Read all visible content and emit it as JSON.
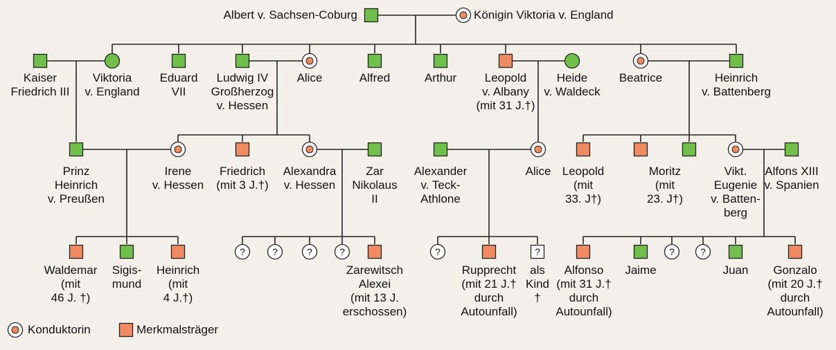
{
  "colors": {
    "healthy": "#6fbf4a",
    "affected": "#ef8a62",
    "stroke": "#222222",
    "carrier_inner": "#ef8a62"
  },
  "people": {
    "albert": "Albert v. Sachsen-Coburg",
    "viktoria_queen": "Königin Viktoria v. England",
    "friedrich3": "Kaiser\nFriedrich III",
    "viktoria_daughter": "Viktoria\nv. England",
    "eduard": "Eduard\nVII",
    "ludwig": "Ludwig IV\nGroßherzog\nv. Hessen",
    "alice1": "Alice",
    "alfred": "Alfred",
    "arthur": "Arthur",
    "leopold_albany": "Leopold\nv. Albany\n(mit 31 J.†)",
    "heide": "Heide\nv. Waldeck",
    "beatrice": "Beatrice",
    "heinrich_battenberg": "Heinrich\nv. Battenberg",
    "prinz_heinrich": "Prinz\nHeinrich\nv. Preußen",
    "irene": "Irene\nv. Hessen",
    "friedrich_h": "Friedrich\n(mit 3 J.†)",
    "alexandra": "Alexandra\nv. Hessen",
    "nikolaus": "Zar\nNikolaus\nII",
    "alexander": "Alexander\nv. Teck-\nAthlone",
    "alice2": "Alice",
    "leopold_b": "Leopold\n(mit\n33. J†)",
    "moritz": "Moritz\n(mit\n23. J†)",
    "eugenie": "Vikt.\nEugenie\nv. Batten-\nberg",
    "alfons": "Alfons XIII\nv. Spanien",
    "waldemar": "Waldemar\n(mit\n46 J. †)",
    "sigismund": "Sigis-\nmund",
    "heinrich_p": "Heinrich\n(mit\n4 J.†)",
    "alexei": "Zarewitsch\nAlexei\n(mit 13 J.\nerschossen)",
    "rupprecht": "Rupprecht\n(mit 21 J.†\ndurch\nAutounfall)",
    "als_kind": "als\nKind\n†",
    "alfonso": "Alfonso\n(mit 31 J.†\ndurch\nAutounfall)",
    "jaime": "Jaime",
    "juan": "Juan",
    "gonzalo": "Gonzalo\n(mit 20 J.†\ndurch\nAutounfall)"
  },
  "unknown_symbol": "?",
  "legend": {
    "carrier": "Konduktorin",
    "affected": "Merkmalsträger"
  }
}
